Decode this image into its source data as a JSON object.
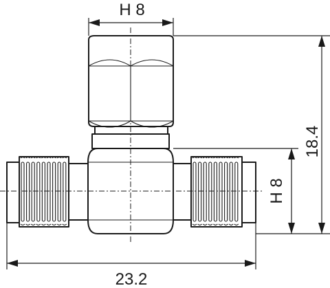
{
  "drawing": {
    "dimensions": {
      "top_hex": "H 8",
      "side_hex": "H 8",
      "height": "18.4",
      "width": "23.2"
    },
    "line_color": "#1a1a1a",
    "background": "#ffffff"
  }
}
